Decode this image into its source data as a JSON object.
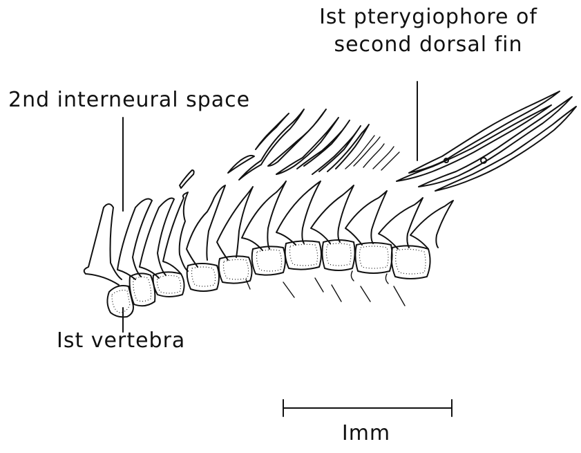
{
  "labels": {
    "pterygiophore_line1": "Ist pterygiophore of",
    "pterygiophore_line2": "second dorsal fin",
    "interneural_space": "2nd interneural space",
    "vertebra": "Ist vertebra",
    "scale": "Imm"
  },
  "ink_color": "#111111",
  "background_color": "#ffffff"
}
